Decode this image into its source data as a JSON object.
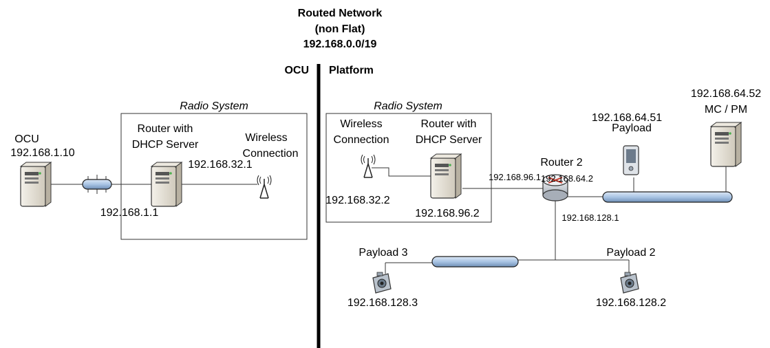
{
  "title": {
    "line1": "Routed Network",
    "line2": "(non Flat)",
    "line3": "192.168.0.0/19"
  },
  "regions": {
    "left": "OCU",
    "right": "Platform"
  },
  "left_radio_system": {
    "title": "Radio System",
    "router_line1": "Router with",
    "router_line2": "DHCP Server",
    "router_ip": "192.168.32.1",
    "wireless_line1": "Wireless",
    "wireless_line2": "Connection",
    "router_lan_ip": "192.168.1.1"
  },
  "ocu": {
    "name": "OCU",
    "ip": "192.168.1.10"
  },
  "right_radio_system": {
    "title": "Radio System",
    "wireless_line1": "Wireless",
    "wireless_line2": "Connection",
    "router_line1": "Router with",
    "router_line2": "DHCP Server",
    "wireless_ip": "192.168.32.2",
    "router_ip": "192.168.96.2"
  },
  "router2": {
    "name": "Router 2",
    "ip_top": "192.168.64.2",
    "ip_left": "192.168.96.1",
    "ip_bottom": "192.168.128.1"
  },
  "payload": {
    "ip": "192.168.64.51",
    "name": "Payload"
  },
  "mc_pm": {
    "ip": "192.168.64.52",
    "name": "MC / PM"
  },
  "payload3": {
    "name": "Payload 3",
    "ip": "192.168.128.3"
  },
  "payload2": {
    "name": "Payload 2",
    "ip": "192.168.128.2"
  },
  "colors": {
    "bus_fill": "#a9c4e4",
    "bus_stroke": "#1f1f1f",
    "server_fill": "#e7e3da",
    "router_fill": "#c9ced6",
    "router_x": "#c0392b"
  },
  "icons": [
    "server-icon",
    "hub-icon",
    "antenna-icon",
    "router-icon",
    "pda-icon",
    "camera-icon"
  ]
}
